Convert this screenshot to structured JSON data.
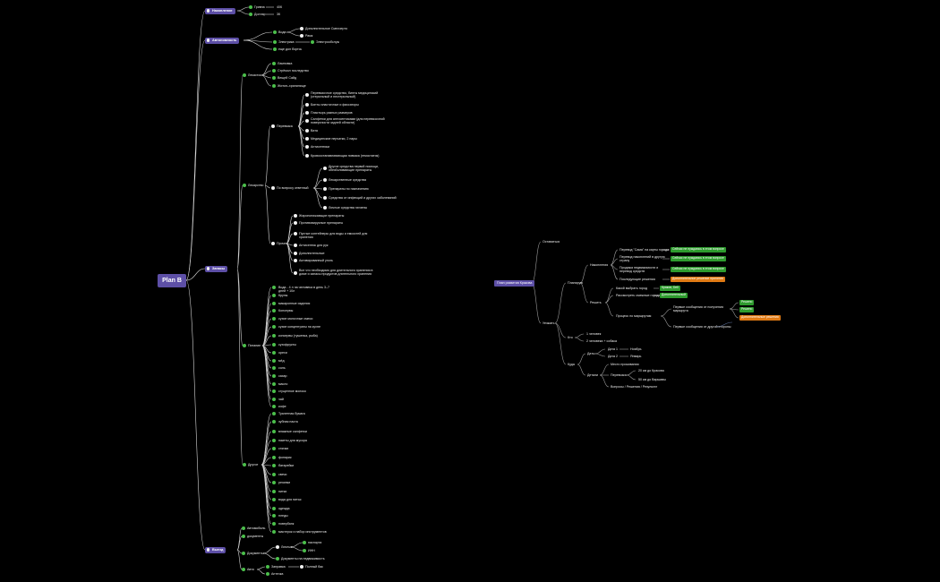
{
  "mindmap_left": {
    "root": "Plan B",
    "branches": [
      {
        "label": "Накопление",
        "children": [
          {
            "label": "Гривна",
            "value": "40К"
          },
          {
            "label": "Доллар",
            "value": "3К"
          }
        ]
      },
      {
        "label": "Автономность",
        "children": [
          {
            "label": "Вода",
            "children": [
              "Дополнительное Смесчерто",
              "Рамк"
            ]
          },
          {
            "label": "Электрика",
            "children": [
              "Электрообслуж"
            ]
          },
          {
            "label": "еще дол бортсь"
          }
        ]
      },
      {
        "label": "Запасы",
        "children": [
          {
            "label": "Лекасток",
            "children": [
              "Ламповка",
              "Стрёмол последство",
              "Вещей Сайд",
              "Житон–хранилище"
            ]
          },
          {
            "label": "Лекарство",
            "groups": [
              {
                "label": "Перевязка",
                "items": [
                  "Перевязочное средство, бинты медицинский (стерильный и нестерильный)",
                  "Бинты эластичные и фиксаторы",
                  "Пластырь разных размеров",
                  "Салфетки для антисептиками (для перевязочной поверхности задней области)",
                  "Вата",
                  "Медицинские перчатки, 2 пары",
                  "Антисептики",
                  "Кровоостанавливающая повязка (гемостатик)"
                ]
              },
              {
                "label": "По вопросу ответный",
                "items": [
                  "Другие средства первой помощи, обезболивающие препараты",
                  "Лекарственные средства",
                  "Препараты по назначению",
                  "Средства от инфекций и других заболеваний",
                  "Личные средства гигиены"
                ]
              },
              {
                "label": "Прочее",
                "items": [
                  "Жаропонижающие препараты",
                  "Противовирусные препараты",
                  "Пустые контейнеры для воды и емкостей для хранения",
                  "Антисептик для рук",
                  "Дополнительные",
                  "Активированный уголь",
                  "Все что необходимо для длительного хранения в доме и запасы продуктов длительного хранения"
                ]
              }
            ]
          },
          {
            "label": "Питание",
            "items": [
              "Вода - 4 л на человека в день 3–7 дней + 10л",
              "Крупы",
              "макаронные изделия",
              "Консервы",
              "сухие молочные смеси",
              "сухие концентраты на кухне",
              "консервы (тушенка, рыба)",
              "сухофрукты",
              "орехи",
              "мёд",
              "соль",
              "сахар",
              "масло",
              "сгущенное молоко",
              "чай",
              "кофе"
            ]
          },
          {
            "label": "Другое",
            "items": [
              "Туалетная бумага",
              "зубная паста",
              "влажные салфетки",
              "пакеты для мусора",
              "спички",
              "фонарик",
              "батарейки",
              "свечи",
              "резинки",
              "нитки",
              "вода для питья",
              "одежда",
              "пледы",
              "повербанк",
              "мастерок и набор инструментов"
            ]
          }
        ]
      },
      {
        "label": "Выезд",
        "children": [
          {
            "label": "Автомобиль"
          },
          {
            "label": "документы"
          },
          {
            "label": "Документы",
            "children": [
              {
                "label": "Личные",
                "items": [
                  "паспорта",
                  "ИНН"
                ]
              },
              {
                "label": "Документы на недвижимость"
              }
            ]
          },
          {
            "label": "Авто",
            "children": [
              {
                "label": "Заправка",
                "items": [
                  "Полный бак"
                ]
              },
              {
                "label": "Аптечка"
              }
            ]
          }
        ]
      }
    ]
  },
  "mindmap_right": {
    "root": "План развития Кракова",
    "branches": [
      {
        "label": "Оставаться"
      },
      {
        "label": "Уезжать",
        "children": [
          {
            "label": "Планирую",
            "children": [
              {
                "label": "Накопления",
                "items": [
                  {
                    "text": "Перевод \"Сама\" на карты города",
                    "tag": "Сейчас не нуждаюсь в этом вопросе",
                    "tag_color": "green"
                  },
                  {
                    "text": "Перевод накоплений в другую страну",
                    "tag": "Сейчас не нуждаюсь в этом вопросе",
                    "tag_color": "green"
                  },
                  {
                    "text": "Продажа недвижимости и перевод средств",
                    "tag": "Сейчас не нуждаюсь в этом вопросе",
                    "tag_color": "green"
                  },
                  {
                    "text": "Последующие решения",
                    "tag": "Дополнительное решение принятия",
                    "tag_color": "orange"
                  }
                ]
              },
              {
                "label": "Решить",
                "items": [
                  {
                    "text": "Какой выбрать город",
                    "tag": "Краков, Dell",
                    "tag_color": "green"
                  },
                  {
                    "text": "Рассмотреть смежные города",
                    "tag": "Дополнительный",
                    "tag_color": "green"
                  },
                  {
                    "text": "Процесс по маршрутам",
                    "subitems": [
                      {
                        "text": "Первые сообщения от получения маршрута",
                        "tags": [
                          {
                            "text": "Решено",
                            "color": "green"
                          },
                          {
                            "text": "Решено",
                            "color": "green"
                          },
                          {
                            "text": "Дополнительные решения",
                            "color": "orange"
                          }
                        ]
                      },
                      {
                        "text": "Первые сообщения от другой стороны"
                      }
                    ]
                  }
                ]
              }
            ]
          },
          {
            "label": "Кто",
            "items": [
              "1 человек",
              "2 человека + собака"
            ]
          },
          {
            "label": "Куда",
            "children": [
              {
                "label": "Даты",
                "items": [
                  {
                    "text": "Дата 1",
                    "value": "Ноябрь"
                  },
                  {
                    "text": "Дата 2",
                    "value": "Январь"
                  }
                ]
              },
              {
                "label": "Детали",
                "items": [
                  {
                    "text": "Место проживания"
                  },
                  {
                    "text": "Перевозка",
                    "subitems": [
                      "20 км до Кракова",
                      "50 км до Варшавы"
                    ]
                  },
                  {
                    "text": "Вопросы / Решения / Результат"
                  }
                ]
              }
            ]
          }
        ]
      }
    ]
  }
}
